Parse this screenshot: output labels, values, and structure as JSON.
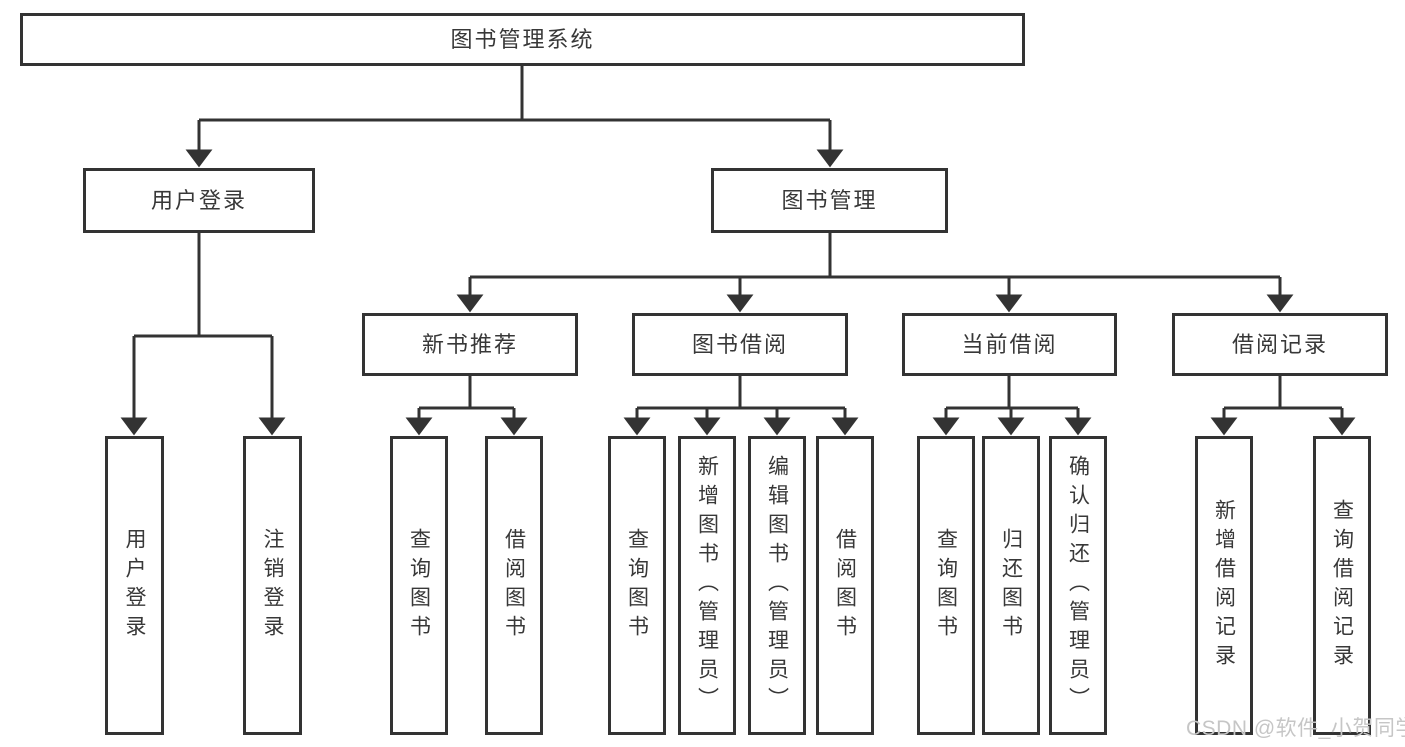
{
  "diagram": {
    "root": {
      "label": "图书管理系统"
    },
    "branches": [
      {
        "label": "用户登录",
        "children": [
          {
            "label": "用户登录"
          },
          {
            "label": "注销登录"
          }
        ]
      },
      {
        "label": "图书管理",
        "children": [
          {
            "label": "新书推荐",
            "children": [
              {
                "label": "查询图书"
              },
              {
                "label": "借阅图书"
              }
            ]
          },
          {
            "label": "图书借阅",
            "children": [
              {
                "label": "查询图书"
              },
              {
                "label": "新增图书（管理员）"
              },
              {
                "label": "编辑图书（管理员）"
              },
              {
                "label": "借阅图书"
              }
            ]
          },
          {
            "label": "当前借阅",
            "children": [
              {
                "label": "查询图书"
              },
              {
                "label": "归还图书"
              },
              {
                "label": "确认归还（管理员）"
              }
            ]
          },
          {
            "label": "借阅记录",
            "children": [
              {
                "label": "新增借阅记录"
              },
              {
                "label": "查询借阅记录"
              }
            ]
          }
        ]
      }
    ]
  },
  "watermark": {
    "text": "CSDN @软件_小贺同学"
  },
  "colors": {
    "line": "#333333",
    "text": "#383838",
    "watermark": "#c6c6c6",
    "background": "#ffffff"
  }
}
